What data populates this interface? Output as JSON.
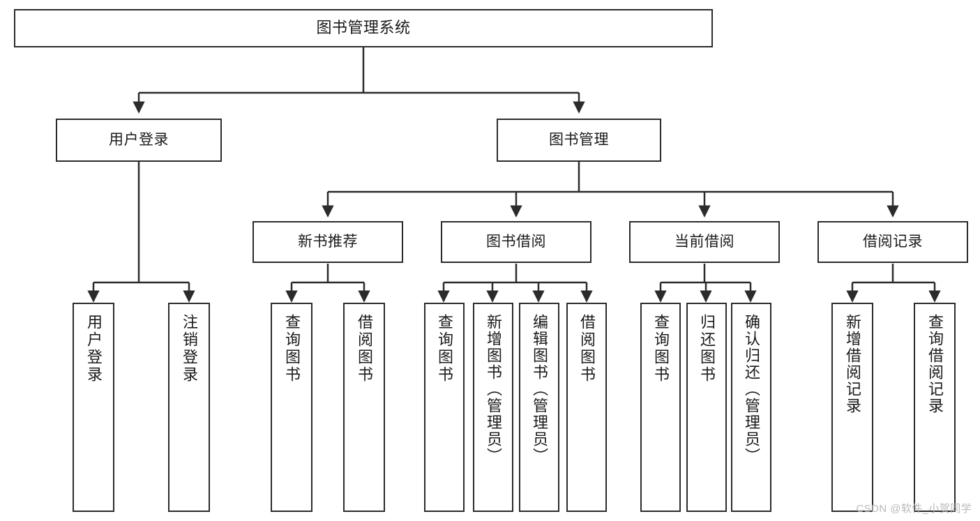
{
  "diagram": {
    "type": "tree",
    "title": "图书管理系统",
    "root": {
      "label": "图书管理系统"
    },
    "level2": [
      {
        "label": "用户登录"
      },
      {
        "label": "图书管理"
      }
    ],
    "level3": [
      {
        "label": "新书推荐"
      },
      {
        "label": "图书借阅"
      },
      {
        "label": "当前借阅"
      },
      {
        "label": "借阅记录"
      }
    ],
    "leaves": {
      "user_login": [
        {
          "label": "用户登录"
        },
        {
          "label": "注销登录"
        }
      ],
      "new_book_recommend": [
        {
          "label": "查询图书"
        },
        {
          "label": "借阅图书"
        }
      ],
      "book_borrow": [
        {
          "label": "查询图书"
        },
        {
          "label": "新增图书（管理员）"
        },
        {
          "label": "编辑图书（管理员）"
        },
        {
          "label": "借阅图书"
        }
      ],
      "current_borrow": [
        {
          "label": "查询图书"
        },
        {
          "label": "归还图书"
        },
        {
          "label": "确认归还（管理员）"
        }
      ],
      "borrow_records": [
        {
          "label": "新增借阅记录"
        },
        {
          "label": "查询借阅记录"
        }
      ]
    }
  },
  "watermark": {
    "text": "CSDN @软件_小贺同学"
  },
  "colors": {
    "stroke": "#2b2b2b",
    "fill": "#ffffff",
    "text": "#1a1a1a",
    "watermark": "#b9b9b9"
  }
}
